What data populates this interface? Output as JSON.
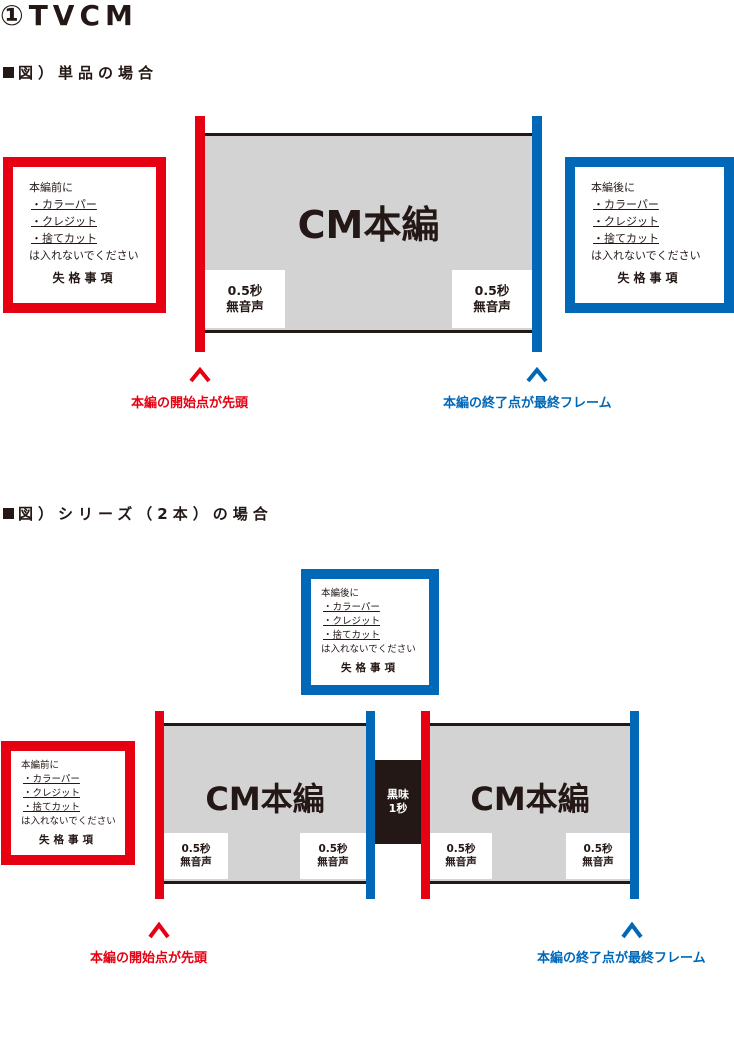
{
  "title": "①TVCM",
  "section1": {
    "heading": "図）単品の場合",
    "cm_label": "CM本編",
    "silent_left": [
      "0.5秒",
      "無音声"
    ],
    "silent_right": [
      "0.5秒",
      "無音声"
    ],
    "note_before": {
      "lead": "本編前に",
      "items": [
        "・カラーパー",
        "・クレジット",
        "・捨てカット"
      ],
      "tail": "は入れないでください",
      "warning": "失格事項"
    },
    "note_after": {
      "lead": "本編後に",
      "items": [
        "・カラーパー",
        "・クレジット",
        "・捨てカット"
      ],
      "tail": "は入れないでください",
      "warning": "失格事項"
    },
    "start_caption": "本編の開始点が先頭",
    "end_caption": "本編の終了点が最終フレーム"
  },
  "section2": {
    "heading": "図）シリーズ（2本）の場合",
    "cm1_label": "CM本編",
    "cm2_label": "CM本編",
    "black_label": [
      "黒味",
      "1秒"
    ],
    "silent": [
      [
        "0.5秒",
        "無音声"
      ],
      [
        "0.5秒",
        "無音声"
      ],
      [
        "0.5秒",
        "無音声"
      ],
      [
        "0.5秒",
        "無音声"
      ]
    ],
    "note_before": {
      "lead": "本編前に",
      "items": [
        "・カラーパー",
        "・クレジット",
        "・捨てカット"
      ],
      "tail": "は入れないでください",
      "warning": "失格事項"
    },
    "note_after": {
      "lead": "本編後に",
      "items": [
        "・カラーパー",
        "・クレジット",
        "・捨てカット"
      ],
      "tail": "は入れないでください",
      "warning": "失格事項"
    },
    "start_caption": "本編の開始点が先頭",
    "end_caption": "本編の終了点が最終フレーム"
  },
  "colors": {
    "start": "#e60012",
    "end": "#0068b7",
    "ink": "#231815",
    "gray": "#d3d3d3"
  }
}
